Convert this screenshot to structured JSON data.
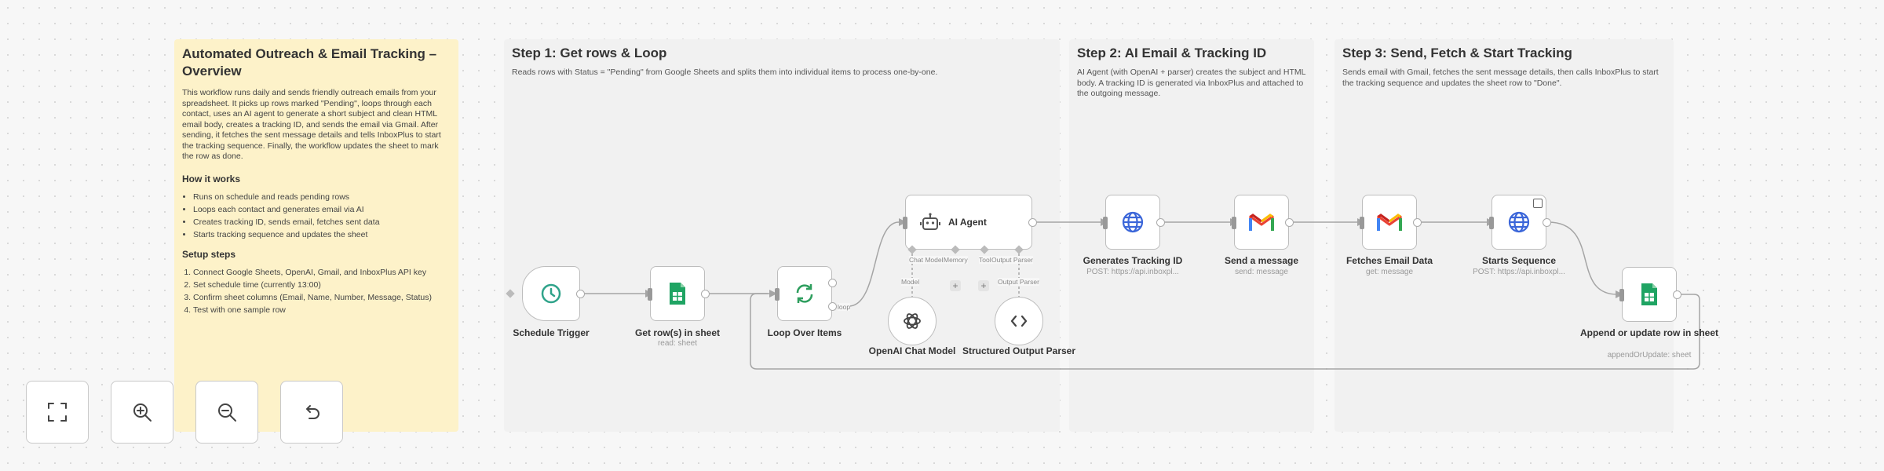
{
  "overview": {
    "title": "Automated Outreach & Email Tracking – Overview",
    "intro": "This workflow runs daily and sends friendly outreach emails from your spreadsheet. It picks up rows marked \"Pending\", loops through each contact, uses an AI agent to generate a short subject and clean HTML email body, creates a tracking ID, and sends the email via Gmail. After sending, it fetches the sent message details and tells InboxPlus to start the tracking sequence. Finally, the workflow updates the sheet to mark the row as done.",
    "how_title": "How it works",
    "how_items": [
      "Runs on schedule and reads pending rows",
      "Loops each contact and generates email via AI",
      "Creates tracking ID, sends email, fetches sent data",
      "Starts tracking sequence and updates the sheet"
    ],
    "setup_title": "Setup steps",
    "setup_items": [
      "Connect Google Sheets, OpenAI, Gmail, and InboxPlus API key",
      "Set schedule time (currently 13:00)",
      "Confirm sheet columns (Email, Name, Number, Message, Status)",
      "Test with one sample row"
    ]
  },
  "steps": [
    {
      "title": "Step 1: Get rows & Loop",
      "desc": "Reads rows with Status = \"Pending\" from Google Sheets and splits them into individual items to process one-by-one."
    },
    {
      "title": "Step 2: AI Email & Tracking ID",
      "desc": "AI Agent (with OpenAI + parser) creates the subject and HTML body. A tracking ID is generated via InboxPlus and attached to the outgoing message."
    },
    {
      "title": "Step 3: Send, Fetch & Start Tracking",
      "desc": "Sends email with Gmail, fetches the sent message details, then calls InboxPlus to start the tracking sequence and updates the sheet row to \"Done\"."
    }
  ],
  "nodes": {
    "schedule": {
      "label": "Schedule Trigger",
      "icon": "clock-icon"
    },
    "get_rows": {
      "label": "Get row(s) in sheet",
      "sub": "read: sheet",
      "icon": "google-sheets-icon"
    },
    "loop": {
      "label": "Loop Over Items",
      "icon": "loop-arrows-icon",
      "done_label": "loop"
    },
    "agent": {
      "label": "AI Agent",
      "icon": "robot-icon",
      "port_chat": "Chat Model",
      "port_memory": "Memory",
      "port_tool": "Tool",
      "port_parser": "Output Parser"
    },
    "openai": {
      "label": "OpenAI Chat Model",
      "icon": "openai-icon",
      "port": "Model"
    },
    "parser": {
      "label": "Structured Output Parser",
      "icon": "code-brackets-icon",
      "port": "Output Parser"
    },
    "gen_tracking": {
      "label": "Generates Tracking ID",
      "sub": "POST: https://api.inboxpl...",
      "icon": "globe-icon"
    },
    "send_msg": {
      "label": "Send a message",
      "sub": "send: message",
      "icon": "gmail-icon"
    },
    "fetch_email": {
      "label": "Fetches Email Data",
      "sub": "get: message",
      "icon": "gmail-icon"
    },
    "start_seq": {
      "label": "Starts Sequence",
      "sub": "POST: https://api.inboxpl...",
      "icon": "globe-icon"
    },
    "update_row": {
      "label": "Append or update row in sheet",
      "sub": "appendOrUpdate: sheet",
      "icon": "google-sheets-icon"
    }
  },
  "controls": [
    {
      "name": "fit-view-button",
      "icon": "fit-view-icon"
    },
    {
      "name": "zoom-in-button",
      "icon": "zoom-in-icon"
    },
    {
      "name": "zoom-out-button",
      "icon": "zoom-out-icon"
    },
    {
      "name": "undo-button",
      "icon": "undo-icon"
    }
  ],
  "colors": {
    "sticky_yellow": "#fdf2c9",
    "sticky_grey": "#f1f1f1",
    "sheets_green": "#1fa463",
    "loop_green": "#2e9e5e",
    "globe_blue": "#3b66d9",
    "gmail_red": "#ea4335",
    "trigger_teal": "#2fa38a",
    "canvas": "#f7f7f7"
  }
}
